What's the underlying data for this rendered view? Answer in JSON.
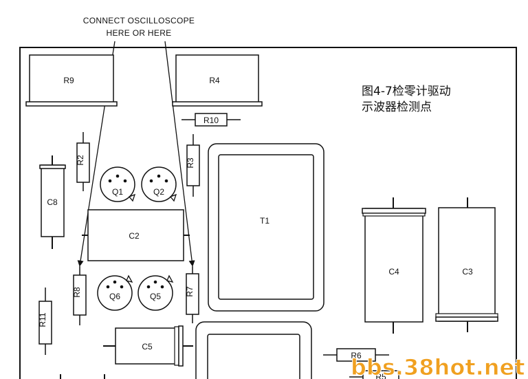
{
  "callout": {
    "line1": "CONNECT OSCILLOSCOPE",
    "line2": "HERE OR HERE"
  },
  "title": {
    "line1": "图4-7检零计驱动",
    "line2": "示波器检测点"
  },
  "components": {
    "R9": "R9",
    "R4": "R4",
    "R10": "R10",
    "R2": "R2",
    "R3": "R3",
    "C8": "C8",
    "Q1": "Q1",
    "Q2": "Q2",
    "T1": "T1",
    "C2": "C2",
    "C4": "C4",
    "C3": "C3",
    "R8": "R8",
    "Q6": "Q6",
    "Q5": "Q5",
    "R7": "R7",
    "R11": "R11",
    "C5": "C5",
    "R6": "R6",
    "R5": "R5"
  },
  "watermark": "bbs.38hot.net"
}
